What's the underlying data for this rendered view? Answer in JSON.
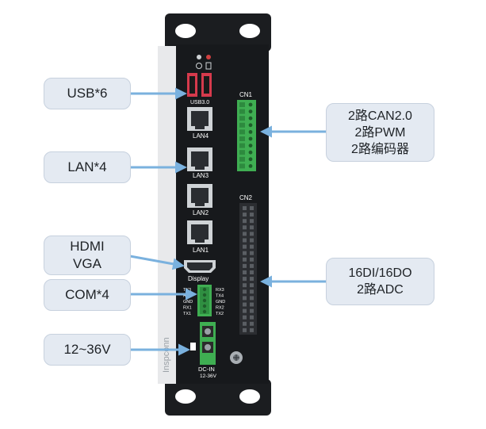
{
  "device": {
    "labels": {
      "usb": "USB3.0",
      "lan4": "LAN4",
      "lan3": "LAN3",
      "lan2": "LAN2",
      "lan1": "LAN1",
      "display": "Display",
      "cn1": "CN1",
      "cn2": "CN2",
      "dc_in": "DC-IN",
      "voltage": "12-36V",
      "brand": "Inspconn"
    },
    "com_pins": [
      "RX3",
      "TX4",
      "GND",
      "RX2",
      "TX2"
    ],
    "com_pins_left": [
      "TX3",
      "RX4",
      "GND",
      "RX1",
      "TX1"
    ],
    "colors": {
      "body": "#17191c",
      "side_panel": "#e8e9eb",
      "terminal_green": "#3fae52",
      "usb_red": "#d63a4c",
      "arrow": "#7ab1de"
    }
  },
  "callouts": {
    "usb": "USB*6",
    "lan": "LAN*4",
    "hdmi_vga": [
      "HDMI",
      "VGA"
    ],
    "com": "COM*4",
    "power": "12~36V",
    "can_pwm": [
      "2路CAN2.0",
      "2路PWM",
      "2路编码器"
    ],
    "dio_adc": [
      "16DI/16DO",
      "2路ADC"
    ]
  }
}
